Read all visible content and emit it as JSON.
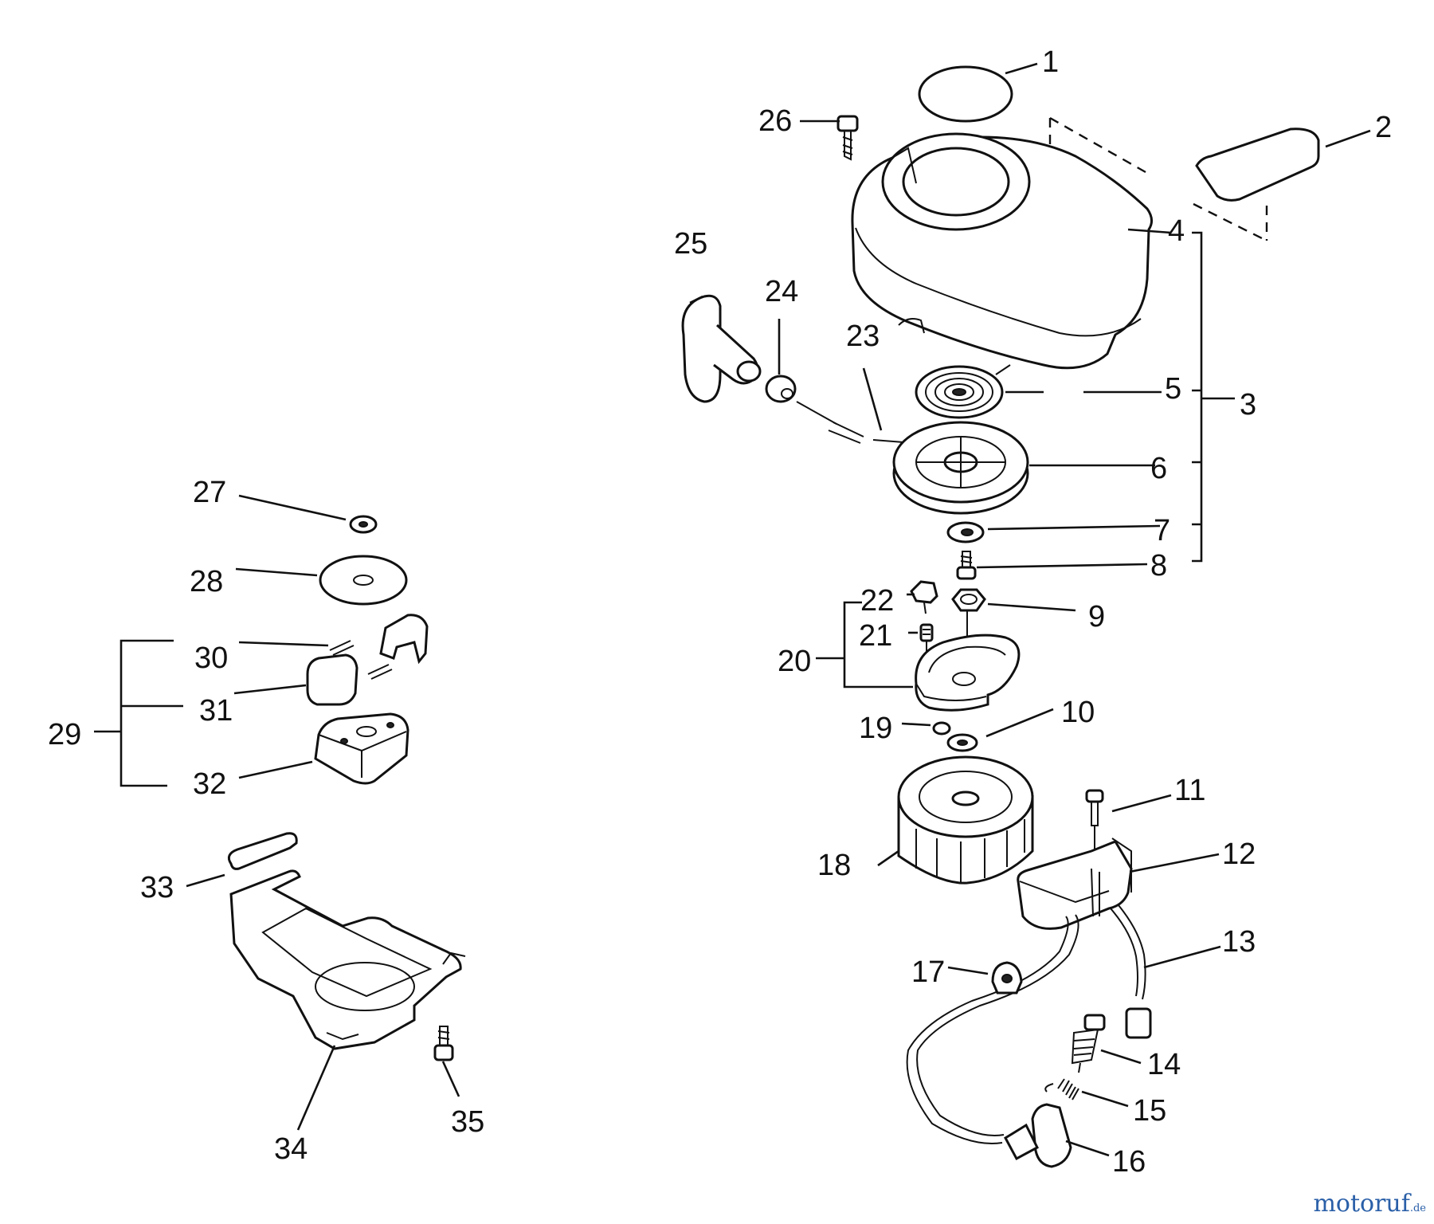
{
  "labels": {
    "l1": "1",
    "l2": "2",
    "l3": "3",
    "l4": "4",
    "l5": "5",
    "l6": "6",
    "l7": "7",
    "l8": "8",
    "l9": "9",
    "l10": "10",
    "l11": "11",
    "l12": "12",
    "l13": "13",
    "l14": "14",
    "l15": "15",
    "l16": "16",
    "l17": "17",
    "l18": "18",
    "l19": "19",
    "l20": "20",
    "l21": "21",
    "l22": "22",
    "l23": "23",
    "l24": "24",
    "l25": "25",
    "l26": "26",
    "l27": "27",
    "l28": "28",
    "l29": "29",
    "l30": "30",
    "l31": "31",
    "l32": "32",
    "l33": "33",
    "l34": "34",
    "l35": "35"
  },
  "watermark": {
    "brand": "motoruf",
    "tld": ".de"
  }
}
